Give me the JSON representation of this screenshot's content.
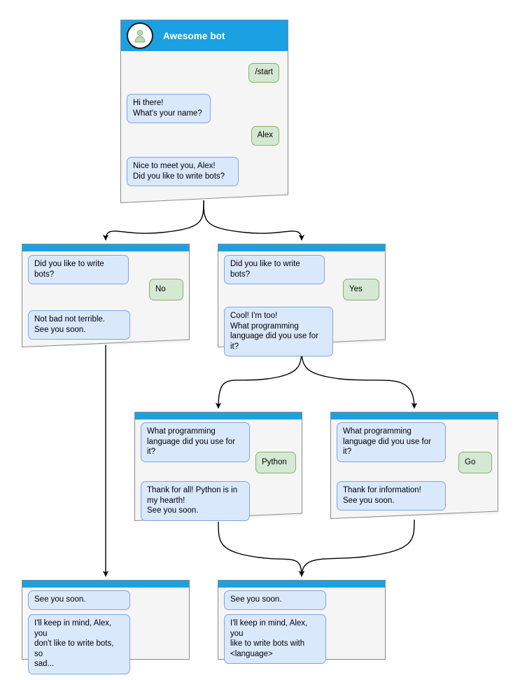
{
  "diagram": {
    "title": "Telegram bot conversation flow",
    "colors": {
      "header_blue": "#1ba1e2",
      "node_bg": "#f5f5f5",
      "node_border": "#8a8a8a",
      "bot_bubble_bg": "#dae8fc",
      "bot_bubble_border": "#7ea6e0",
      "user_bubble_bg": "#d5e8d4",
      "user_bubble_border": "#82b366",
      "edge_stroke": "#000000",
      "canvas_bg": "#ffffff"
    }
  },
  "nodes": [
    {
      "id": "root",
      "name": "node-awesome-bot-start",
      "header_type": "tall",
      "title": "Awesome bot",
      "avatar_icon": "person-avatar-icon",
      "messages": [
        {
          "side": "user",
          "text": "/start"
        },
        {
          "side": "bot",
          "text": "Hi there!\nWhat's your name?"
        },
        {
          "side": "user",
          "text": "Alex"
        },
        {
          "side": "bot",
          "text": "Nice to meet you, Alex!\nDid you like to write bots?"
        }
      ]
    },
    {
      "id": "no",
      "name": "node-answer-no",
      "header_type": "thin",
      "title": "",
      "messages": [
        {
          "side": "bot",
          "text": "Did you like to write bots?"
        },
        {
          "side": "user",
          "text": "No"
        },
        {
          "side": "bot",
          "text": "Not bad not terrible.\nSee you soon."
        }
      ]
    },
    {
      "id": "yes",
      "name": "node-answer-yes",
      "header_type": "thin",
      "title": "",
      "messages": [
        {
          "side": "bot",
          "text": "Did you like to write bots?"
        },
        {
          "side": "user",
          "text": "Yes"
        },
        {
          "side": "bot",
          "text": "Cool! I'm too!\nWhat programming\nlanguage did you use for it?"
        }
      ]
    },
    {
      "id": "python",
      "name": "node-answer-python",
      "header_type": "thin",
      "title": "",
      "messages": [
        {
          "side": "bot",
          "text": "What programming\nlanguage did you use for it?"
        },
        {
          "side": "user",
          "text": "Python"
        },
        {
          "side": "bot",
          "text": "Thank for all! Python is in\nmy hearth!\nSee you soon."
        }
      ]
    },
    {
      "id": "go",
      "name": "node-answer-go",
      "header_type": "thin",
      "title": "",
      "messages": [
        {
          "side": "bot",
          "text": "What programming\nlanguage did you use for it?"
        },
        {
          "side": "user",
          "text": "Go"
        },
        {
          "side": "bot",
          "text": "Thank for information!\nSee you soon."
        }
      ]
    },
    {
      "id": "end-no",
      "name": "node-end-no",
      "header_type": "thin",
      "title": "",
      "messages": [
        {
          "side": "bot",
          "text": "See you soon."
        },
        {
          "side": "bot",
          "text": "I'll keep in mind, Alex, you\ndon't like to write bots, so\nsad..."
        }
      ]
    },
    {
      "id": "end-yes",
      "name": "node-end-yes",
      "header_type": "thin",
      "title": "",
      "messages": [
        {
          "side": "bot",
          "text": "See you soon."
        },
        {
          "side": "bot",
          "text": "I'll keep in mind, Alex, you\nlike to write bots with\n<language>"
        }
      ]
    }
  ],
  "edges": [
    {
      "name": "edge-root-to-no",
      "from": "root",
      "to": "no",
      "style": "curved-split"
    },
    {
      "name": "edge-root-to-yes",
      "from": "root",
      "to": "yes",
      "style": "curved-split"
    },
    {
      "name": "edge-no-to-end-no",
      "from": "no",
      "to": "end-no",
      "style": "straight"
    },
    {
      "name": "edge-yes-to-python",
      "from": "yes",
      "to": "python",
      "style": "curved-split"
    },
    {
      "name": "edge-yes-to-go",
      "from": "yes",
      "to": "go",
      "style": "curved-split"
    },
    {
      "name": "edge-python-to-end",
      "from": "python",
      "to": "end-yes",
      "style": "curved-merge"
    },
    {
      "name": "edge-go-to-end",
      "from": "go",
      "to": "end-yes",
      "style": "curved-merge"
    }
  ]
}
